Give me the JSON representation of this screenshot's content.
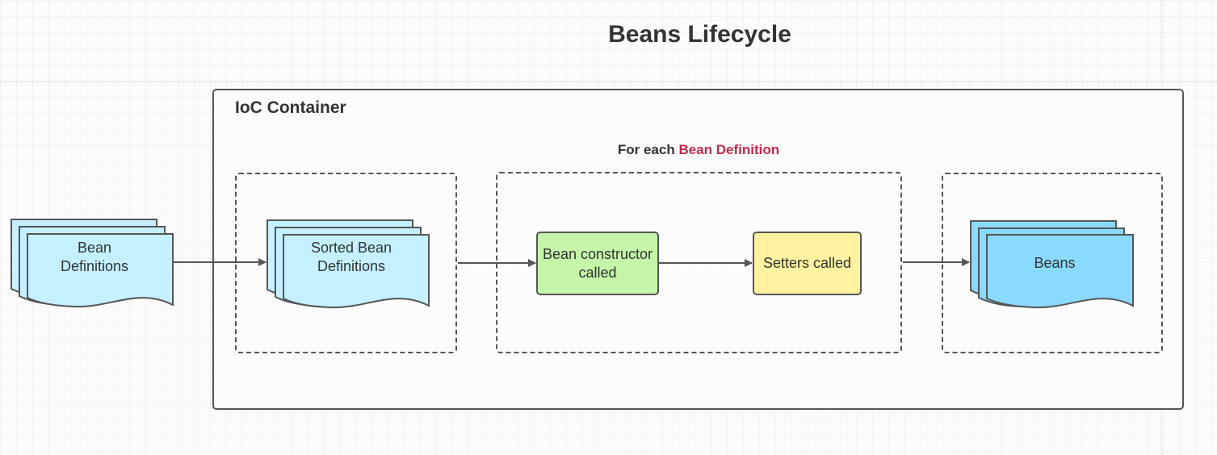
{
  "diagram": {
    "title": "Beans Lifecycle",
    "container_label": "IoC Container",
    "loop_label_prefix": "For each ",
    "loop_label_highlight": "Bean Definition",
    "nodes": {
      "bean_definitions": "Bean\nDefinitions",
      "sorted_bean_definitions": "Sorted Bean\nDefinitions",
      "bean_constructor": "Bean constructor\ncalled",
      "setters": "Setters called",
      "beans": "Beans"
    },
    "colors": {
      "doc_light_blue": "#c4f0ff",
      "doc_beans_blue": "#8ad9ff",
      "constructor_green": "#c4f5a8",
      "setters_yellow": "#fff2a0",
      "highlight_red": "#c2294a",
      "stroke": "#555555"
    }
  }
}
